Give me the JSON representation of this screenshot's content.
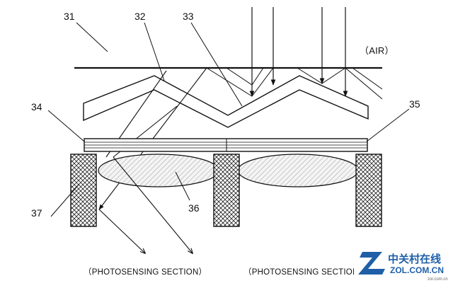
{
  "figure": {
    "medium_label": "（AIR）",
    "caption_left": "（PHOTOSENSING SECTION）",
    "caption_right": "（PHOTOSENSING SECTION）",
    "reference_numerals": {
      "n31": "31",
      "n32": "32",
      "n33": "33",
      "n34": "34",
      "n35": "35",
      "n36": "36",
      "n37": "37"
    }
  },
  "watermark": {
    "brand_cn": "中关村在线",
    "brand_en": "ZOL.COM.CN",
    "sub": "zol.com.cn",
    "color": "#1f5fa8"
  }
}
